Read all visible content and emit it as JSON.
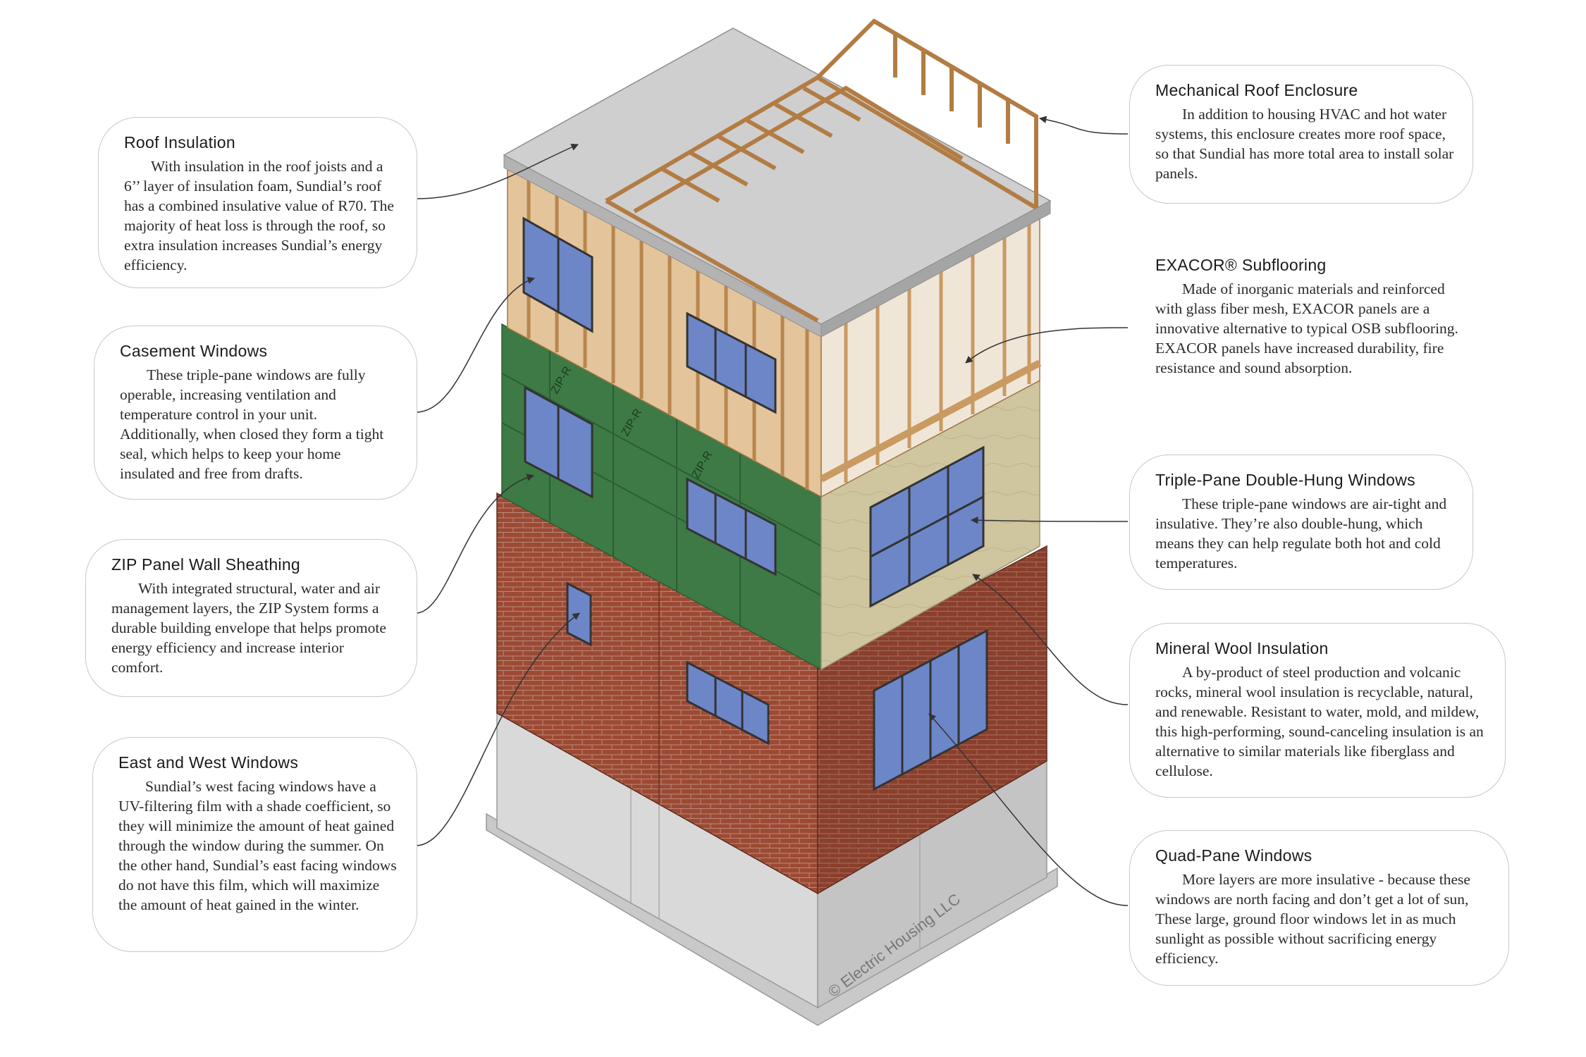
{
  "callouts": {
    "roof_insulation": {
      "title": "Roof Insulation",
      "text": "With insulation in the roof joists and a 6’’ layer of insulation foam, Sundial’s roof has a combined insulative value of R70. The majority of heat loss is through the roof, so extra insulation increases Sundial’s energy efficiency."
    },
    "casement_windows": {
      "title": "Casement Windows",
      "text": "These triple-pane windows are fully operable, increasing ventilation and temperature control in your unit. Additionally, when closed they form a tight seal, which helps to keep your home insulated and free from drafts."
    },
    "zip_panel": {
      "title": "ZIP Panel Wall Sheathing",
      "text": "With integrated structural, water and air management layers, the ZIP System forms a durable building envelope that helps promote energy efficiency and increase interior comfort."
    },
    "east_west_windows": {
      "title": "East and West Windows",
      "text": "Sundial’s west facing windows have a UV-filtering film with a shade coefficient, so they will minimize the amount of heat gained through the window during the summer. On the other hand, Sundial’s east facing windows do not have this film, which will maximize the amount of heat gained in the winter."
    },
    "mechanical_roof": {
      "title": "Mechanical Roof Enclosure",
      "text": "In addition to housing HVAC and hot water systems, this enclosure creates more roof space, so that Sundial has more total area to install solar panels."
    },
    "exacor": {
      "title": "EXACOR® Subflooring",
      "text": "Made of inorganic materials and reinforced with glass fiber mesh, EXACOR panels are a innovative alternative to typical OSB subflooring. EXACOR panels have increased durability, fire resistance and sound absorption."
    },
    "triple_pane": {
      "title": "Triple-Pane Double-Hung Windows",
      "text": "These triple-pane windows are air-tight and insulative. They’re also double-hung, which means they can help regulate both hot and cold temperatures."
    },
    "mineral_wool": {
      "title": "Mineral Wool Insulation",
      "text": "A by-product of steel production and volcanic rocks, mineral wool insulation is recyclable, natural, and renewable. Resistant to water, mold, and mildew, this high-performing, sound-canceling insulation is an alternative to similar materials like fiberglass and cellulose."
    },
    "quad_pane": {
      "title": "Quad-Pane Windows",
      "text": "More layers are more insulative - because these windows are north facing and don’t get a lot of sun, These large, ground floor windows let in as much sunlight as possible without sacrificing energy efficiency."
    }
  },
  "zip_label": "ZIP-R",
  "copyright": "© Electric Housing LLC",
  "colors": {
    "brick": "#9c4a34",
    "brick_dark": "#7e3827",
    "concrete": "#d8d8d8",
    "zip_green": "#3e7a45",
    "timber": "#c99a62",
    "window_glass": "#6d86c8",
    "mineral_wool": "#cfc6a0",
    "roof_slab": "#cfcfcf"
  }
}
